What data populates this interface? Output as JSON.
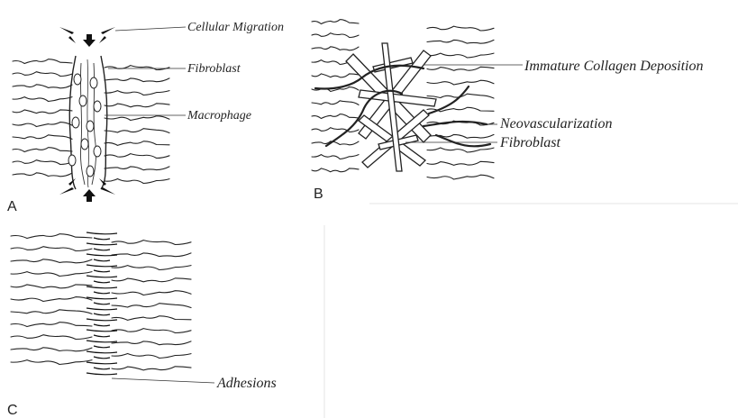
{
  "panels": [
    {
      "id": "A",
      "letter": "A",
      "labels": [
        "Cellular Migration",
        "Fibroblast",
        "Macrophage"
      ]
    },
    {
      "id": "B",
      "letter": "B",
      "labels": [
        "Immature Collagen Deposition",
        "Neovascularization",
        "Fibroblast"
      ]
    },
    {
      "id": "C",
      "letter": "C",
      "labels": [
        "Adhesions"
      ]
    }
  ]
}
